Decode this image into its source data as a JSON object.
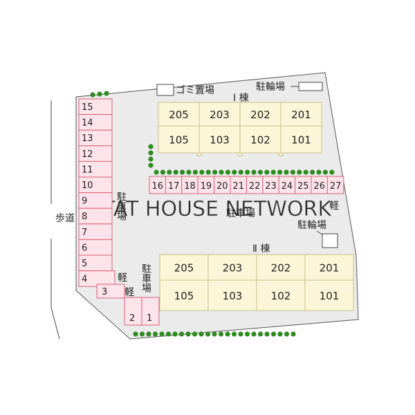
{
  "watermark": "PITAT HOUSE NETWORK",
  "sidewalk_label": "歩道",
  "garbage_label": "ゴミ置場",
  "bike_label": "駐輪場",
  "parking_label": "駐車場",
  "kei_label": "軽",
  "building_1": {
    "title": "Ⅰ 棟",
    "upper": [
      "205",
      "203",
      "202",
      "201"
    ],
    "lower": [
      "105",
      "103",
      "102",
      "101"
    ]
  },
  "building_2": {
    "title": "Ⅱ 棟",
    "upper": [
      "205",
      "203",
      "202",
      "201"
    ],
    "lower": [
      "105",
      "103",
      "102",
      "101"
    ]
  },
  "left_spaces": [
    "15",
    "14",
    "13",
    "12",
    "11",
    "10",
    "9",
    "8",
    "7",
    "6",
    "5",
    "4"
  ],
  "lower_spaces": [
    "3",
    "2",
    "1"
  ],
  "top_row_spaces": [
    "16",
    "17",
    "18",
    "19",
    "20",
    "21",
    "22",
    "23",
    "24",
    "25",
    "26",
    "27"
  ],
  "colors": {
    "lot": "#ebebeb",
    "building": "#fbf6d8",
    "building_border": "#c9bf8a",
    "parking_fill": "#fde4ea",
    "parking_border": "#d9607a",
    "tree": "#2e8b1f"
  }
}
